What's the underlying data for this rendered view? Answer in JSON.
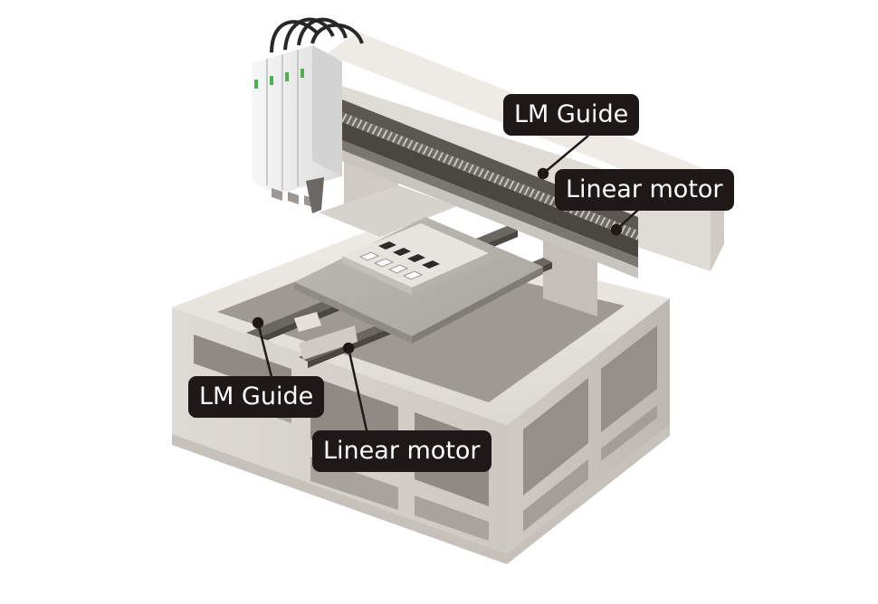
{
  "labels": {
    "lm_guide_top": "LM Guide",
    "linear_motor_top": "Linear motor",
    "lm_guide_bottom": "LM Guide",
    "linear_motor_bottom": "Linear motor"
  },
  "colors": {
    "frame_light": "#e9e6e2",
    "frame_mid": "#d2cec9",
    "frame_dark": "#b3aea8",
    "rail_dark": "#4a4743",
    "label_bg": "#1e1816",
    "label_text": "#ffffff",
    "head_accent": "#4caf50"
  },
  "icons": {
    "head_logo": "THK"
  }
}
